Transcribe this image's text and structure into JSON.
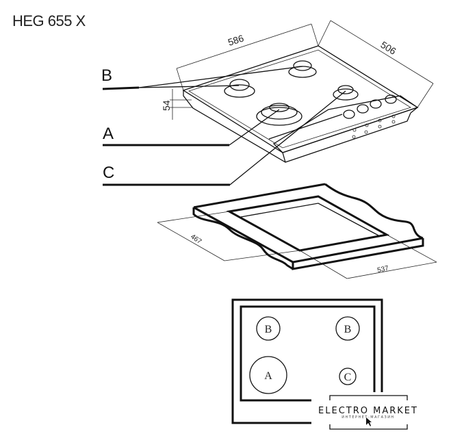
{
  "title": "HEG 655 X",
  "hob": {
    "dimensions": {
      "width": "586",
      "depth": "506",
      "height": "54"
    },
    "labels": {
      "b": "B",
      "a": "A",
      "c": "C"
    }
  },
  "cutout": {
    "dimensions": {
      "depth": "467",
      "width": "537"
    }
  },
  "layout_plan": {
    "burners": [
      {
        "label": "B"
      },
      {
        "label": "B"
      },
      {
        "label": "A"
      },
      {
        "label": "C"
      }
    ]
  },
  "watermark": {
    "brand": "ELECTRO MARKET",
    "subtitle": "ИНТЕРНЕТ-МАГАЗИН"
  }
}
